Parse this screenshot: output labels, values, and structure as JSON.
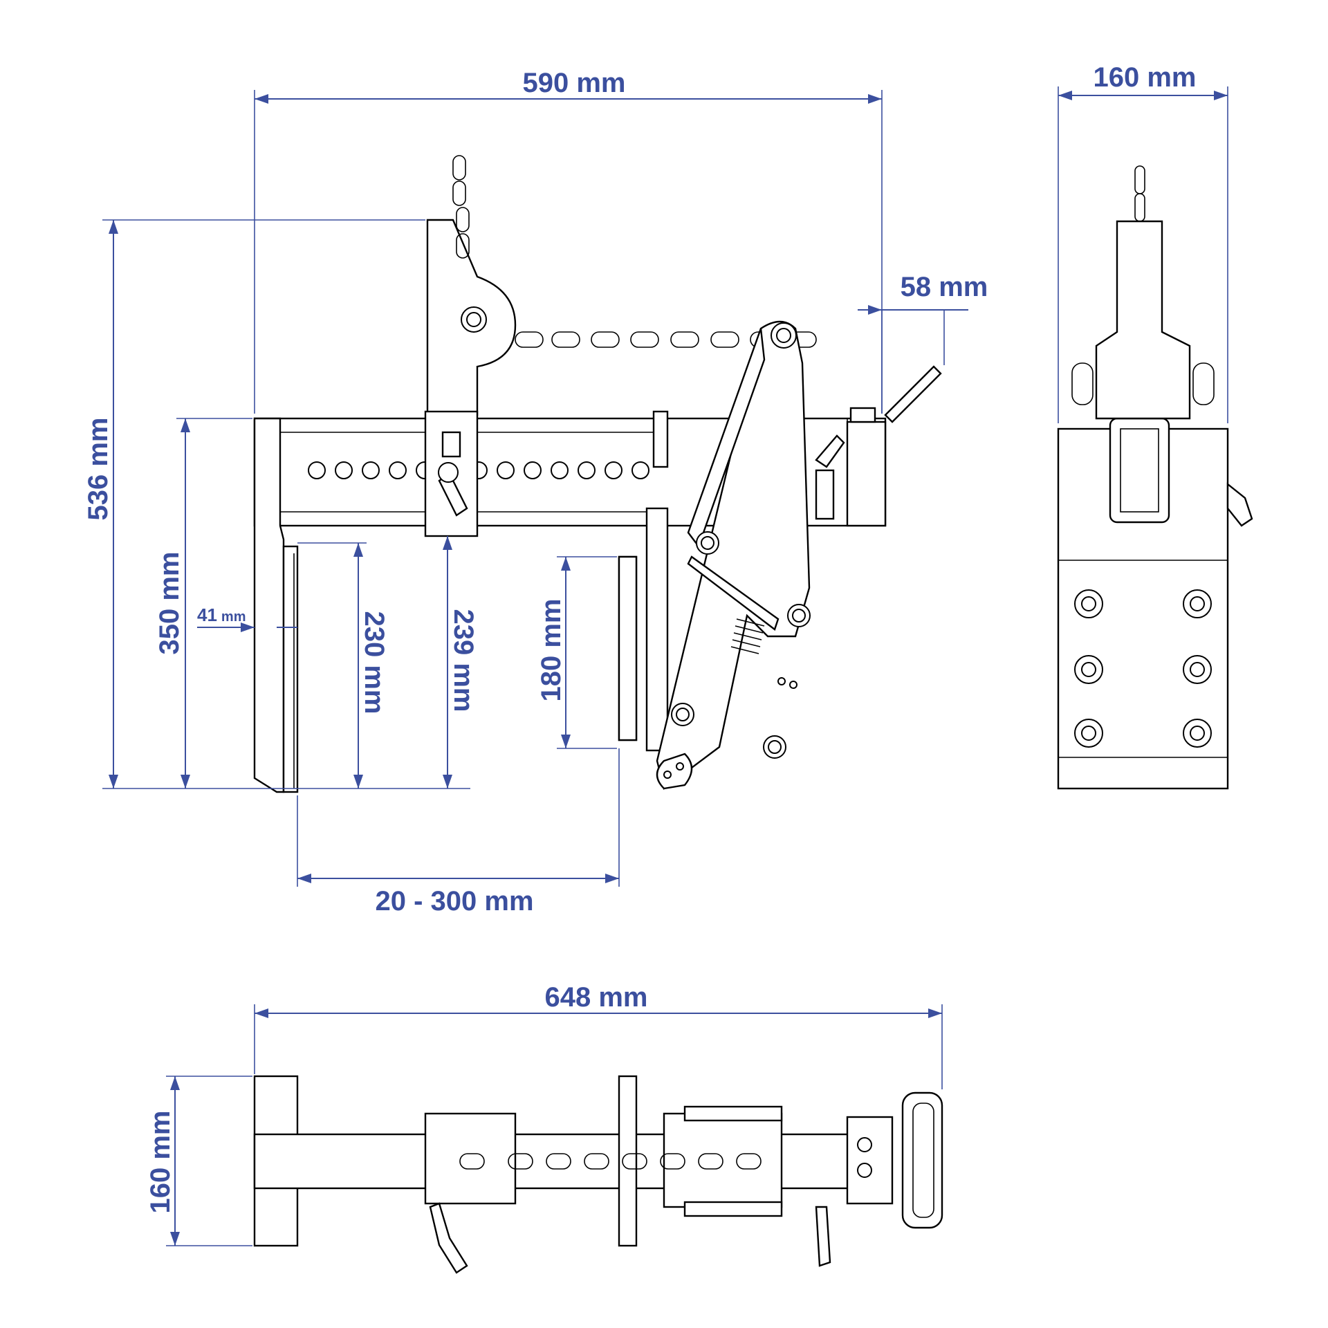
{
  "diagram": {
    "dimensions": {
      "front_width": "590 mm",
      "front_height": "536 mm",
      "bar_height": "350 mm",
      "pad_offset": "41",
      "pad_offset_unit": "mm",
      "jaw_depth_a": "230 mm",
      "jaw_depth_b": "239 mm",
      "pad_height": "180 mm",
      "handle_offset": "58 mm",
      "opening_range": "20 - 300 mm",
      "side_width": "160 mm",
      "top_length": "648 mm",
      "top_width": "160 mm"
    },
    "colors": {
      "dimension": "#3b4f9e",
      "outline": "#000000"
    }
  }
}
